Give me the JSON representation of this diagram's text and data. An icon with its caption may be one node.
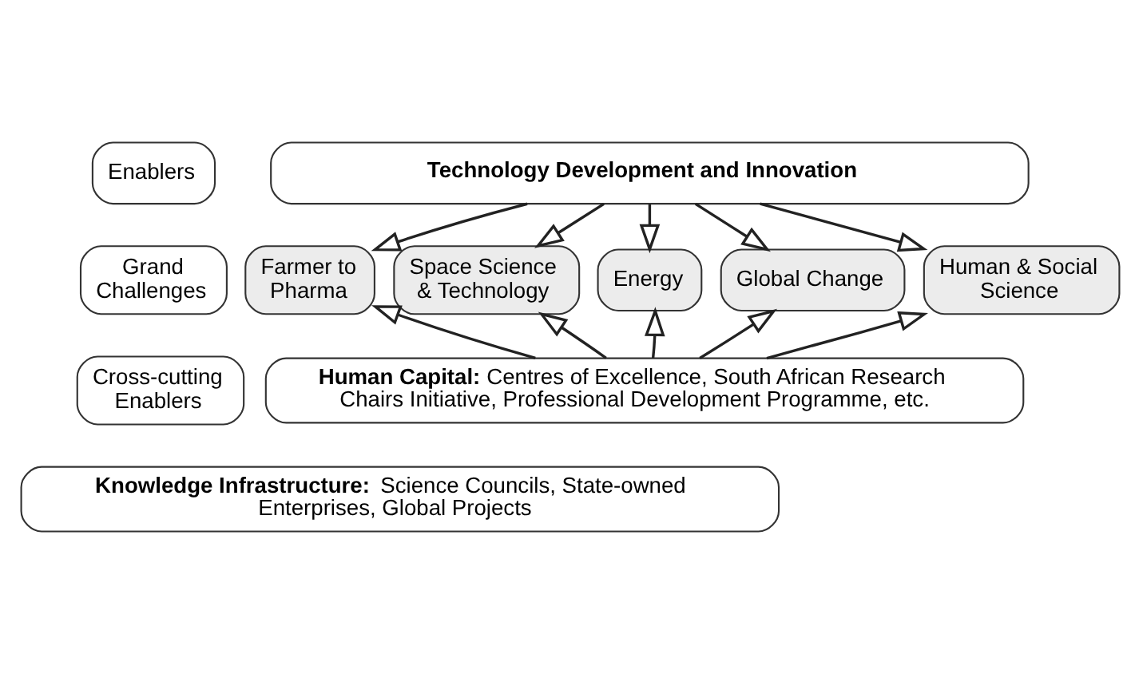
{
  "diagram": {
    "nodes": [
      {
        "text": [
          "Enablers"
        ]
      },
      {
        "text": [
          "Grand Challenges"
        ]
      },
      {
        "text": [
          "Cross-cutting Enablers"
        ]
      },
      {
        "text": [
          "**Technology Development and Innovation**"
        ]
      },
      {
        "text": [
          "Farmer to Pharma"
        ]
      },
      {
        "text": [
          "Space Science & Technology"
        ]
      },
      {
        "text": [
          "Energy"
        ]
      },
      {
        "text": [
          "Global Change"
        ]
      },
      {
        "text": [
          "Human & Social Science"
        ]
      },
      {
        "text": [
          "**Human Capital:** Centres of Excellence, South African Research Chairs Initiative, Professional Development Programme, etc."
        ]
      },
      {
        "text": [
          "**Knowledge Infrastructure:** Science Councils, State-owned Enterprises, Global Projects"
        ]
      }
    ],
    "edges": [
      {
        "from": 3,
        "to": 4,
        "arrow": "to"
      },
      {
        "from": 3,
        "to": 5,
        "arrow": "to"
      },
      {
        "from": 3,
        "to": 6,
        "arrow": "to"
      },
      {
        "from": 3,
        "to": 7,
        "arrow": "to"
      },
      {
        "from": 3,
        "to": 8,
        "arrow": "to"
      },
      {
        "from": 9,
        "to": 4,
        "arrow": "to"
      },
      {
        "from": 9,
        "to": 5,
        "arrow": "to"
      },
      {
        "from": 9,
        "to": 6,
        "arrow": "to"
      },
      {
        "from": 9,
        "to": 7,
        "arrow": "to"
      },
      {
        "from": 9,
        "to": 8,
        "arrow": "to"
      }
    ]
  }
}
